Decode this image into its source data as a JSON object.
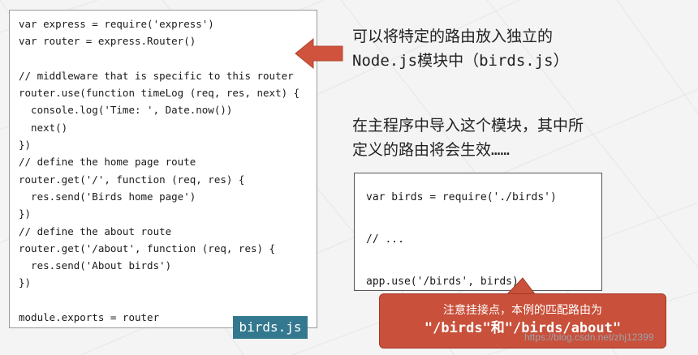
{
  "birds_module": {
    "lines": [
      "var express = require('express')",
      "var router = express.Router()",
      "",
      "// middleware that is specific to this router",
      "router.use(function timeLog (req, res, next) {",
      "  console.log('Time: ', Date.now())",
      "  next()",
      "})",
      "// define the home page route",
      "router.get('/', function (req, res) {",
      "  res.send('Birds home page')",
      "})",
      "// define the about route",
      "router.get('/about', function (req, res) {",
      "  res.send('About birds')",
      "})",
      "",
      "module.exports = router"
    ],
    "file_label": "birds.js"
  },
  "note_module": {
    "line1": "可以将特定的路由放入独立的",
    "line2": "Node.js模块中（birds.js）"
  },
  "note_main": {
    "line1": "在主程序中导入这个模块，其中所",
    "line2": "定义的路由将会生效……"
  },
  "main_program": {
    "lines": [
      "var birds = require('./birds')",
      "",
      "// ...",
      "",
      "app.use('/birds', birds)"
    ]
  },
  "callout": {
    "line1": "注意挂接点，本例的匹配路由为",
    "line2": "\"/birds\"和\"/birds/about\""
  },
  "watermark": "https://blog.csdn.net/zhj12399",
  "colors": {
    "arrow": "#d0533d",
    "file_tag": "#33788e",
    "callout": "#c9503a"
  }
}
